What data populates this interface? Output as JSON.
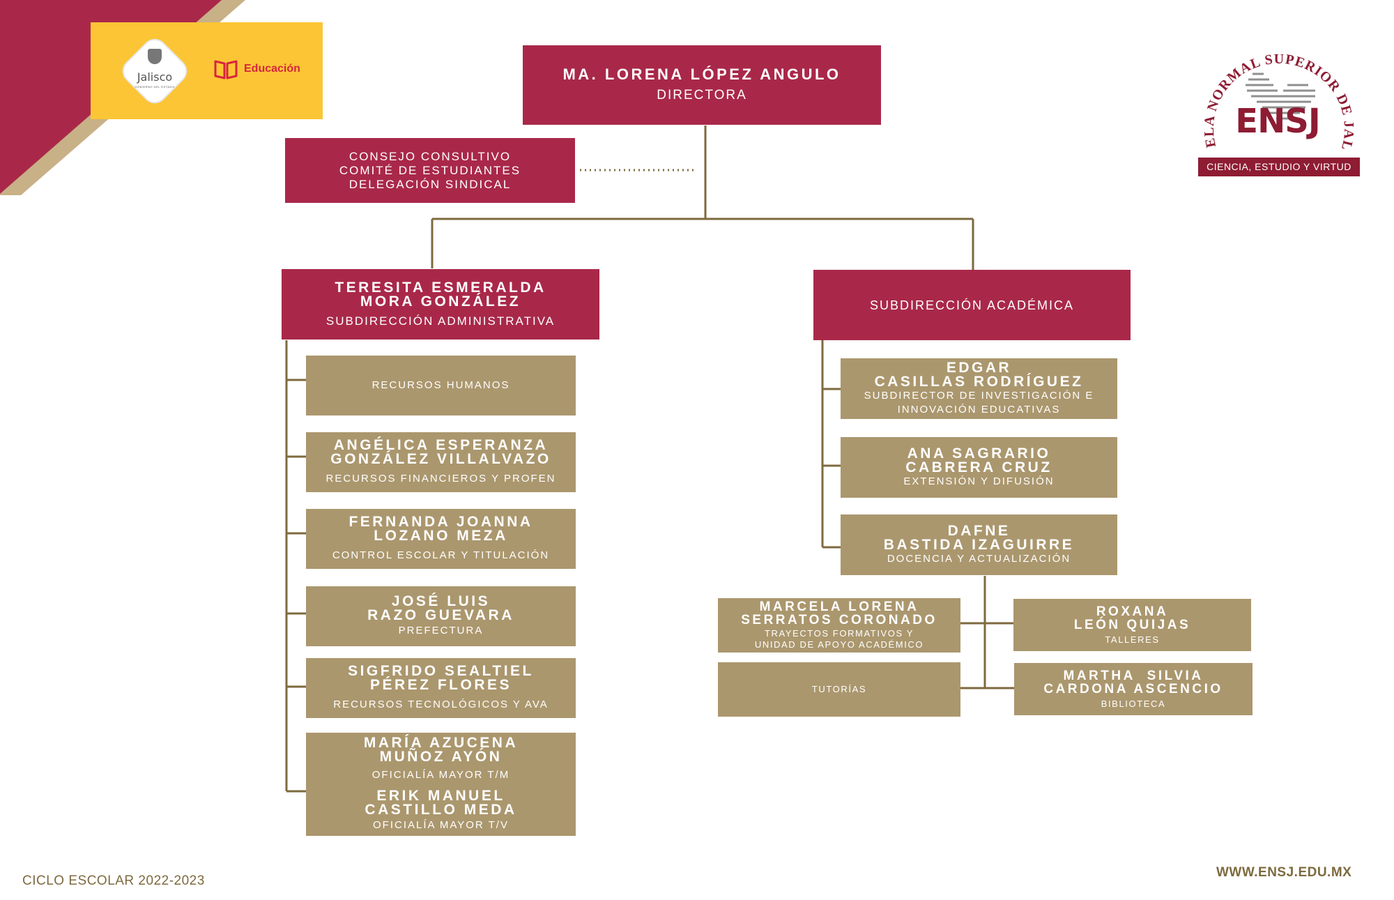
{
  "header": {
    "jalisco_logo_text": "Jalisco",
    "jalisco_logo_subtext": "GOBIERNO DEL ESTADO",
    "education_label": "Educación",
    "ensj_seal_arc": "ESCUELA NORMAL SUPERIOR DE JALISCO",
    "ensj_acronym": "ENSJ",
    "ensj_motto": "CIENCIA, ESTUDIO Y VIRTUD"
  },
  "director": {
    "name": "MA. LORENA LÓPEZ ANGULO",
    "role": "DIRECTORA"
  },
  "council": {
    "lines": [
      "CONSEJO CONSULTIVO",
      "COMITÉ DE ESTUDIANTES",
      "DELEGACIÓN SINDICAL"
    ]
  },
  "admin": {
    "name_lines": [
      "TERESITA ESMERALDA",
      "MORA GONZÁLEZ"
    ],
    "role": "SUBDIRECCIÓN ADMINISTRATIVA",
    "units": [
      {
        "role": "RECURSOS HUMANOS"
      },
      {
        "name_lines": [
          "ANGÉLICA ESPERANZA",
          "GONZÁLEZ VILLALVAZO"
        ],
        "role": "RECURSOS FINANCIEROS Y PROFEN"
      },
      {
        "name_lines": [
          "FERNANDA JOANNA",
          "LOZANO MEZA"
        ],
        "role": "CONTROL ESCOLAR Y TITULACIÓN"
      },
      {
        "name_lines": [
          "JOSÉ LUIS",
          "RAZO GUEVARA"
        ],
        "role": "PREFECTURA"
      },
      {
        "name_lines": [
          "SIGFRIDO SEALTIEL",
          "PÉREZ FLORES"
        ],
        "role": "RECURSOS TECNOLÓGICOS Y AVA"
      },
      {
        "name_lines": [
          "MARÍA AZUCENA",
          "MUÑOZ AYÓN"
        ],
        "role": "OFICIALÍA MAYOR T/M",
        "name2_lines": [
          "ERIK MANUEL",
          "CASTILLO MEDA"
        ],
        "role2": "OFICIALÍA MAYOR T/V"
      }
    ]
  },
  "academic": {
    "role": "SUBDIRECCIÓN ACADÉMICA",
    "units": [
      {
        "name_lines": [
          "EDGAR",
          "CASILLAS RODRÍGUEZ"
        ],
        "role_lines": [
          "SUBDIRECTOR DE INVESTIGACIÓN E",
          "INNOVACIÓN EDUCATIVAS"
        ]
      },
      {
        "name_lines": [
          "ANA SAGRARIO",
          "CABRERA CRUZ"
        ],
        "role_lines": [
          "EXTENSIÓN Y DIFUSIÓN"
        ]
      },
      {
        "name_lines": [
          "DAFNE",
          "BASTIDA IZAGUIRRE"
        ],
        "role_lines": [
          "DOCENCIA Y ACTUALIZACIÓN"
        ]
      }
    ],
    "docencia_units": [
      {
        "name_lines": [
          "MARCELA LORENA",
          "SERRATOS CORONADO"
        ],
        "role_lines": [
          "TRAYECTOS FORMATIVOS Y",
          "UNIDAD DE APOYO ACADÉMICO"
        ]
      },
      {
        "role_lines": [
          "TUTORÍAS"
        ]
      },
      {
        "name_lines": [
          "ROXANA",
          "LEÓN QUIJAS"
        ],
        "role_lines": [
          "TALLERES"
        ]
      },
      {
        "name_lines": [
          "MARTHA  SILVIA",
          "CARDONA ASCENCIO"
        ],
        "role_lines": [
          "BIBLIOTECA"
        ]
      }
    ]
  },
  "footer": {
    "cycle": "CICLO ESCOLAR 2022-2023",
    "website": "WWW.ENSJ.EDU.MX"
  },
  "colors": {
    "crimson": "#a92849",
    "gold": "#ab976e",
    "line": "#7d6a3e",
    "yellow": "#fbc535"
  }
}
